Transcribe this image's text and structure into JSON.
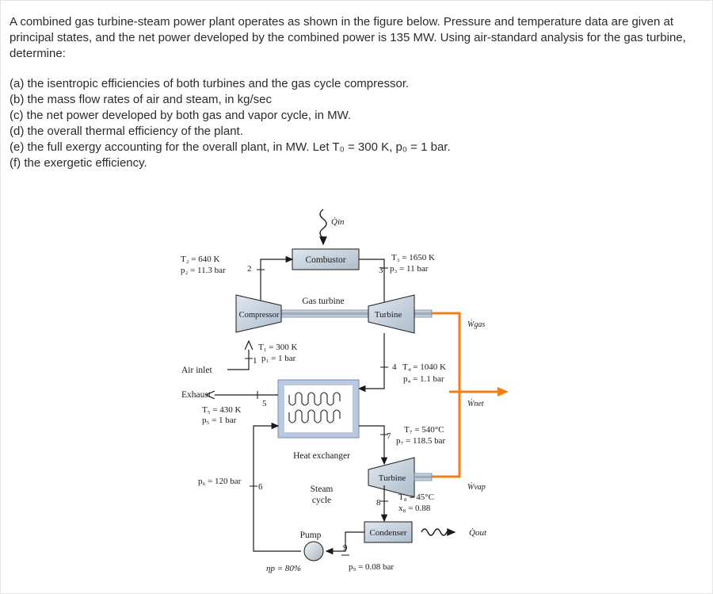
{
  "problem": {
    "intro": "A combined gas turbine-steam power plant operates as shown in the figure below. Pressure and temperature data are given at principal states, and the net power developed by the combined power is 135 MW. Using air-standard analysis for the gas turbine, determine:",
    "parts": [
      "(a) the isentropic efficiencies of both turbines and the gas cycle compressor.",
      "(b) the mass flow rates of air and steam, in kg/sec",
      "(c) the net power developed by both gas and vapor cycle, in MW.",
      "(d) the overall thermal efficiency of the plant.",
      "(e) the full exergy accounting for the overall plant, in MW. Let T₀ = 300 K, p₀ = 1 bar.",
      "(f) the exergetic efficiency."
    ]
  },
  "diagram": {
    "components": {
      "combustor": "Combustor",
      "gas_turbine_label": "Gas turbine",
      "compressor": "Compressor",
      "turbine_gas": "Turbine",
      "heat_exchanger": "Heat exchanger",
      "steam_cycle_line1": "Steam",
      "steam_cycle_line2": "cycle",
      "turbine_vapor": "Turbine",
      "pump": "Pump",
      "condenser": "Condenser",
      "air_inlet": "Air inlet",
      "exhaust": "Exhaust"
    },
    "energy": {
      "q_in": "Q̇in",
      "w_gas": "Ẇgas",
      "w_net": "Ẇnet",
      "w_vap": "Ẇvap",
      "q_out": "Q̇out"
    },
    "states": {
      "s1": {
        "num": "1",
        "line1": "T₁ = 300 K",
        "line2": "p₁ = 1 bar"
      },
      "s2": {
        "num": "2",
        "line1": "T₂ = 640 K",
        "line2": "p₂ = 11.3 bar"
      },
      "s3": {
        "num": "3",
        "line1": "T₃ = 1650 K",
        "line2": "p₃ = 11 bar"
      },
      "s4": {
        "num": "4",
        "line1": "T₄ = 1040 K",
        "line2": "p₄ = 1.1 bar"
      },
      "s5": {
        "num": "5",
        "line1": "T₅ = 430 K",
        "line2": "p₅ = 1 bar"
      },
      "s6": {
        "num": "6",
        "line1": "p₆ = 120 bar"
      },
      "s7": {
        "num": "7",
        "line1": "T₇ = 540°C",
        "line2": "p₇ = 118.5 bar"
      },
      "s8": {
        "num": "8",
        "line1": "T₈ = 45°C",
        "line2": "x₈ = 0.88"
      },
      "s9": {
        "num": "9",
        "line1": "p₉ = 0.08 bar"
      }
    },
    "pump_efficiency": "ηp = 80%",
    "colors": {
      "shaft": "#f07f16",
      "equipment": "#c5d0dc",
      "hx": "#b9c9e2"
    }
  }
}
